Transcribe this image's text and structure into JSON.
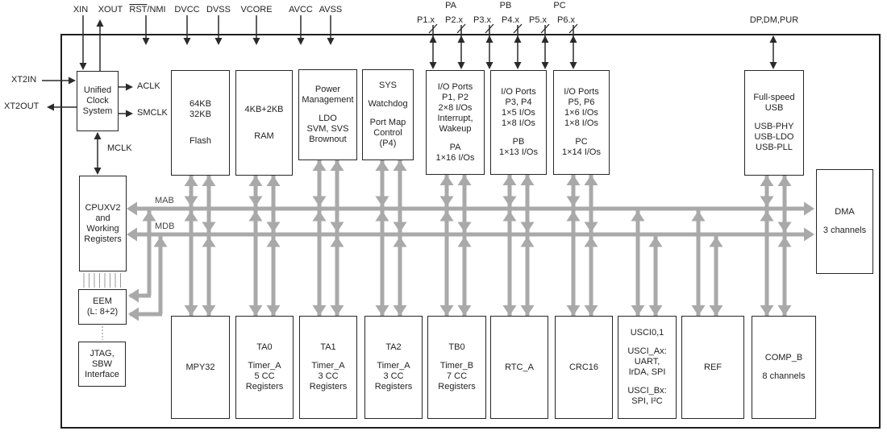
{
  "title": "MCU functional block diagram",
  "colors": {
    "bus_gray": "#a9a9a9",
    "line_black": "#2a2a2a",
    "hatch_gray": "#9a9a9a",
    "box_border": "#262626",
    "background": "#ffffff"
  },
  "pins": {
    "xin": "XIN",
    "xout": "XOUT",
    "rst_over": "RST",
    "rst_rest": "/NMI",
    "dvcc": "DVCC",
    "dvss": "DVSS",
    "vcore": "VCORE",
    "avcc": "AVCC",
    "avss": "AVSS",
    "pa": "PA",
    "pb": "PB",
    "pc": "PC",
    "p1": "P1.x",
    "p2": "P2.x",
    "p3": "P3.x",
    "p4": "P4.x",
    "p5": "P5.x",
    "p6": "P6.x",
    "usb_pins": "DP,DM,PUR",
    "xt2in": "XT2IN",
    "xt2out": "XT2OUT",
    "aclk": "ACLK",
    "smclk": "SMCLK",
    "mclk": "MCLK"
  },
  "buses": {
    "mab": "MAB",
    "mdb": "MDB"
  },
  "blocks": {
    "ucs": {
      "lines": [
        "Unified",
        "Clock",
        "System"
      ]
    },
    "cpu": {
      "lines": [
        "CPUXV2",
        "and",
        "Working",
        "Registers"
      ]
    },
    "eem": {
      "lines": [
        "EEM",
        "(L: 8+2)"
      ]
    },
    "jtag": {
      "lines": [
        "JTAG,",
        "SBW",
        "Interface"
      ]
    },
    "flash": {
      "lines": [
        "64KB",
        "32KB",
        "",
        "",
        "Flash"
      ]
    },
    "ram": {
      "lines": [
        "4KB+2KB",
        "",
        "",
        "RAM"
      ]
    },
    "pmm": {
      "lines": [
        "Power",
        "Management",
        "",
        "LDO",
        "SVM, SVS",
        "Brownout"
      ]
    },
    "sys": {
      "lines": [
        "SYS",
        "",
        "Watchdog",
        "",
        "Port Map",
        "Control",
        "(P4)"
      ]
    },
    "io12": {
      "lines": [
        "I/O Ports",
        "P1, P2",
        "2×8 I/Os",
        "Interrupt,",
        "Wakeup",
        "",
        "PA",
        "1×16 I/Os"
      ]
    },
    "io34": {
      "lines": [
        "I/O Ports",
        "P3, P4",
        "1×5 I/Os",
        "1×8 I/Os",
        "",
        "PB",
        "1×13 I/Os"
      ]
    },
    "io56": {
      "lines": [
        "I/O Ports",
        "P5, P6",
        "1×6 I/Os",
        "1×8 I/Os",
        "",
        "PC",
        "1×14 I/Os"
      ]
    },
    "usb": {
      "lines": [
        "Full-speed",
        "USB",
        "",
        "USB-PHY",
        "USB-LDO",
        "USB-PLL"
      ]
    },
    "dma": {
      "lines": [
        "DMA",
        "",
        "3 channels"
      ]
    },
    "mpy": {
      "lines": [
        "MPY32"
      ]
    },
    "ta0": {
      "lines": [
        "TA0",
        "",
        "Timer_A",
        "5 CC",
        "Registers"
      ]
    },
    "ta1": {
      "lines": [
        "TA1",
        "",
        "Timer_A",
        "3 CC",
        "Registers"
      ]
    },
    "ta2": {
      "lines": [
        "TA2",
        "",
        "Timer_A",
        "3 CC",
        "Registers"
      ]
    },
    "tb0": {
      "lines": [
        "TB0",
        "",
        "Timer_B",
        "7 CC",
        "Registers"
      ]
    },
    "rtc": {
      "lines": [
        "RTC_A"
      ]
    },
    "crc": {
      "lines": [
        "CRC16"
      ]
    },
    "usci": {
      "lines": [
        "USCI0,1",
        "",
        "USCI_Ax:",
        "UART,",
        "IrDA, SPI",
        "",
        "USCI_Bx:",
        "SPI, I²C"
      ]
    },
    "ref": {
      "lines": [
        "REF"
      ]
    },
    "comp": {
      "lines": [
        "COMP_B",
        "",
        "8 channels"
      ]
    }
  }
}
